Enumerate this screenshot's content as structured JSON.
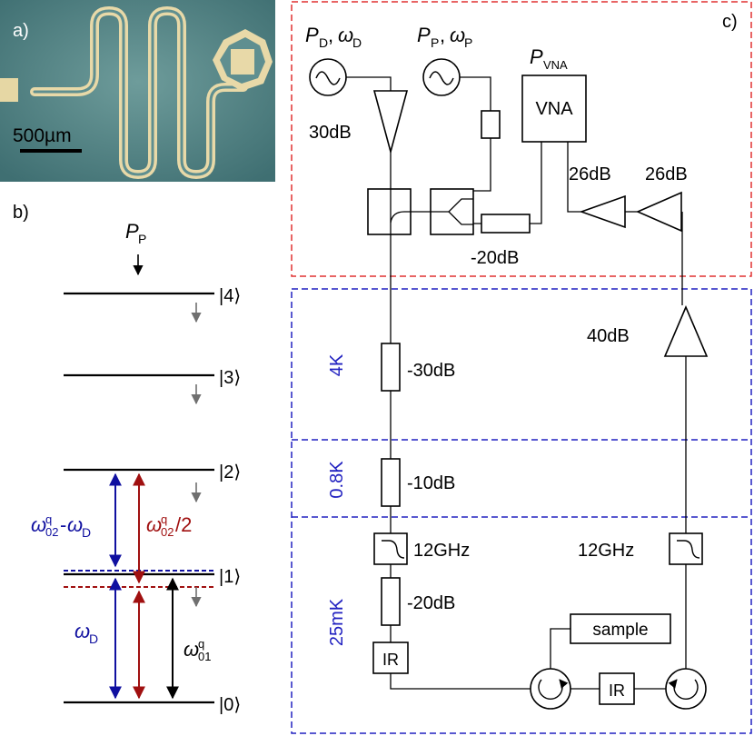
{
  "panels": {
    "a": "a)",
    "b": "b)",
    "c": "c)"
  },
  "photo": {
    "scale_bar": "500µm",
    "bg_color": "#5a8a8c",
    "metal_color": "#e8d9a8"
  },
  "levels": {
    "pump": "P_P",
    "states": [
      "|0⟩",
      "|1⟩",
      "|2⟩",
      "|3⟩",
      "|4⟩"
    ],
    "transitions": {
      "omega_D": "ω_D",
      "omega_01": "ω^q_01",
      "omega_02_minus_D": "ω^q_02-ω_D",
      "omega_02_half": "ω^q_02/2"
    },
    "colors": {
      "blue": "#1010a0",
      "red": "#a01010",
      "gray": "#707070"
    }
  },
  "setup": {
    "sources": {
      "drive": "P_D, ω_D",
      "pump": "P_P, ω_P",
      "vna_power": "P_VNA"
    },
    "vna": "VNA",
    "attenuators": {
      "room": "-20dB",
      "k4": "-30dB",
      "k08": "-10dB",
      "mk": "-20dB"
    },
    "amplifiers": {
      "drive": "30dB",
      "out1": "26dB",
      "out2": "26dB",
      "hemt": "40dB"
    },
    "filters": {
      "in": "12GHz",
      "out": "12GHz"
    },
    "ir": {
      "in": "IR",
      "mid": "IR"
    },
    "sample": "sample",
    "stages": {
      "k4": "4K",
      "k08": "0.8K",
      "mk": "25mK"
    },
    "colors": {
      "room_frame": "#e03030",
      "cryo_frame": "#2020c0"
    }
  }
}
